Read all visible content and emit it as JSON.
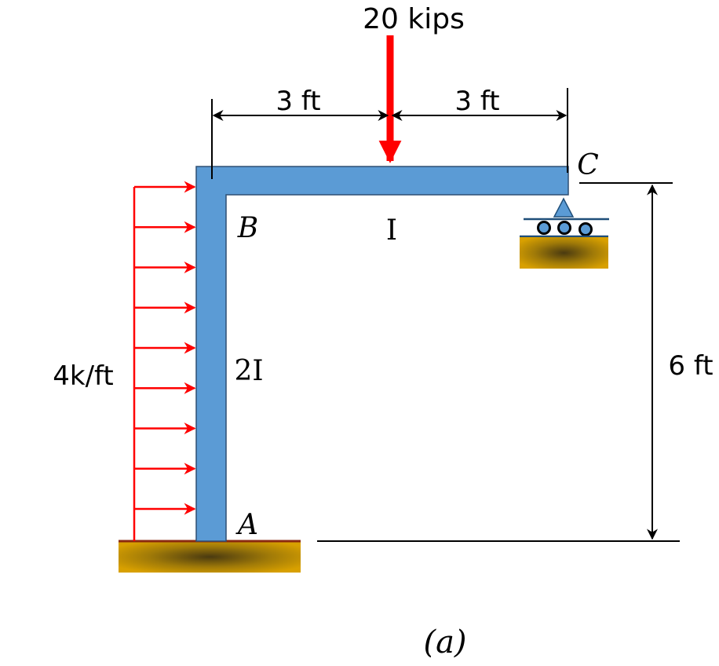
{
  "labels": {
    "point_load": "20 kips",
    "dim_left": "3 ft",
    "dim_right": "3 ft",
    "dim_height": "6 ft",
    "dist_load": "4k/ft",
    "node_a": "A",
    "node_b": "B",
    "node_c": "C",
    "beam_inertia": "I",
    "column_inertia": "2I",
    "caption": "(a)"
  },
  "colors": {
    "member": "#5b9bd5",
    "member_stroke": "#2e4f73",
    "load": "#ff0000",
    "ground_light": "#d8a000",
    "ground_dark": "#4a3a10",
    "ground_edge": "#8b2a10",
    "roller": "#1f4e79",
    "roller_fill": "#5b9bd5",
    "dimension": "#000000"
  },
  "load_arrow_count": 9
}
